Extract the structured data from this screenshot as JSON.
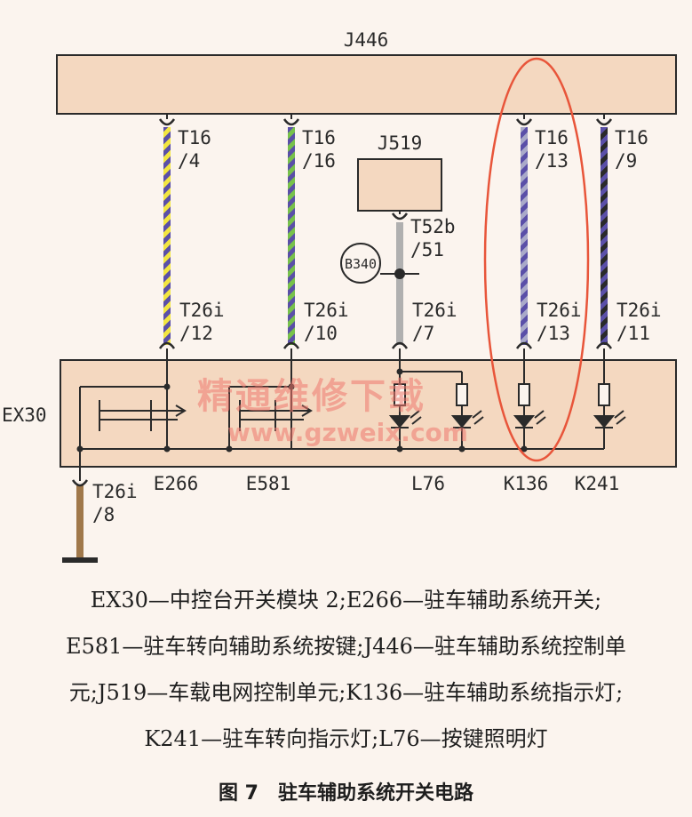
{
  "modules": {
    "j446": "J446",
    "j519": "J519",
    "ex30": "EX30",
    "b340": "B340"
  },
  "pins_top": [
    {
      "line1": "T16",
      "line2": "/4"
    },
    {
      "line1": "T16",
      "line2": "/16"
    },
    {
      "line1": "T52b",
      "line2": "/51"
    },
    {
      "line1": "T16",
      "line2": "/13"
    },
    {
      "line1": "T16",
      "line2": "/9"
    }
  ],
  "pins_bottom": [
    {
      "line1": "T26i",
      "line2": "/12"
    },
    {
      "line1": "T26i",
      "line2": "/10"
    },
    {
      "line1": "T26i",
      "line2": "/7"
    },
    {
      "line1": "T26i",
      "line2": "/13"
    },
    {
      "line1": "T26i",
      "line2": "/11"
    }
  ],
  "ground_pin": {
    "line1": "T26i",
    "line2": "/8"
  },
  "components": [
    "E266",
    "E581",
    "L76",
    "K136",
    "K241"
  ],
  "wire_colors": {
    "w1": [
      "#f2e640",
      "#5a4fa8"
    ],
    "w2": [
      "#78c24a",
      "#5a4fa8"
    ],
    "w3": [
      "#b0b0b0",
      "#b0b0b0"
    ],
    "w4": [
      "#a9a9c9",
      "#5a4fa8"
    ],
    "w5": [
      "#2a2a2a",
      "#5a4fa8"
    ],
    "ground": [
      "#a0784a",
      "#a0784a"
    ]
  },
  "highlight_color": "#e8553a",
  "watermark": {
    "line1": "精通维修下载",
    "line2": "www.gzweix.com"
  },
  "legend": [
    "EX30—中控台开关模块 2;E266—驻车辅助系统开关;",
    "E581—驻车转向辅助系统按键;J446—驻车辅助系统控制单",
    "元;J519—车载电网控制单元;K136—驻车辅助系统指示灯;",
    "K241—驻车转向指示灯;L76—按键照明灯"
  ],
  "caption": "图 7　驻车辅助系统开关电路"
}
